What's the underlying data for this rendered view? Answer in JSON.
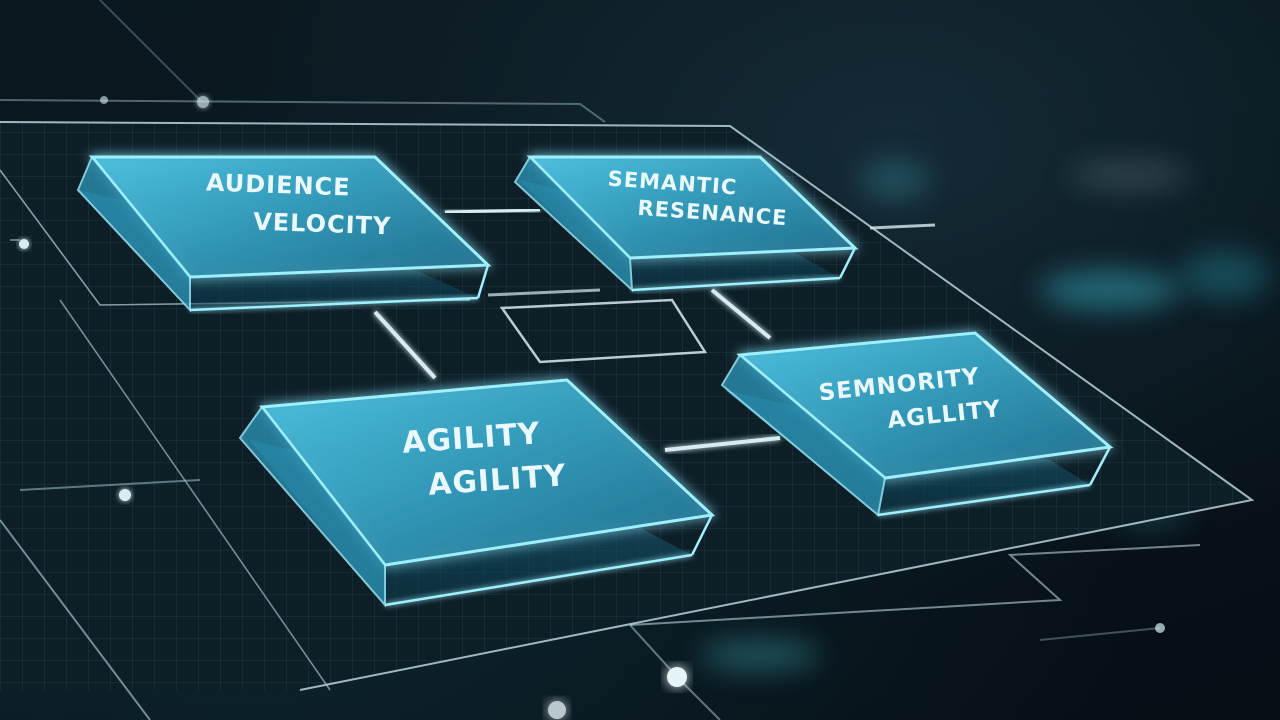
{
  "panels": [
    {
      "id": "audience-velocity",
      "line1": "AUDIENCE",
      "line2": "VELOCITY"
    },
    {
      "id": "semantic-resonance",
      "line1": "SEMANTIC",
      "line2": "RESENANCE"
    },
    {
      "id": "agility-agility",
      "line1": "AGILITY",
      "line2": "AGILITY"
    },
    {
      "id": "semnority-agllity",
      "line1": "SEMNORITY",
      "line2": "AGLLITY"
    }
  ],
  "colors": {
    "glow": "#7fe3ff",
    "panel_fill": "#2a8fb0",
    "line": "#b9d4de",
    "background": "#07121a"
  }
}
